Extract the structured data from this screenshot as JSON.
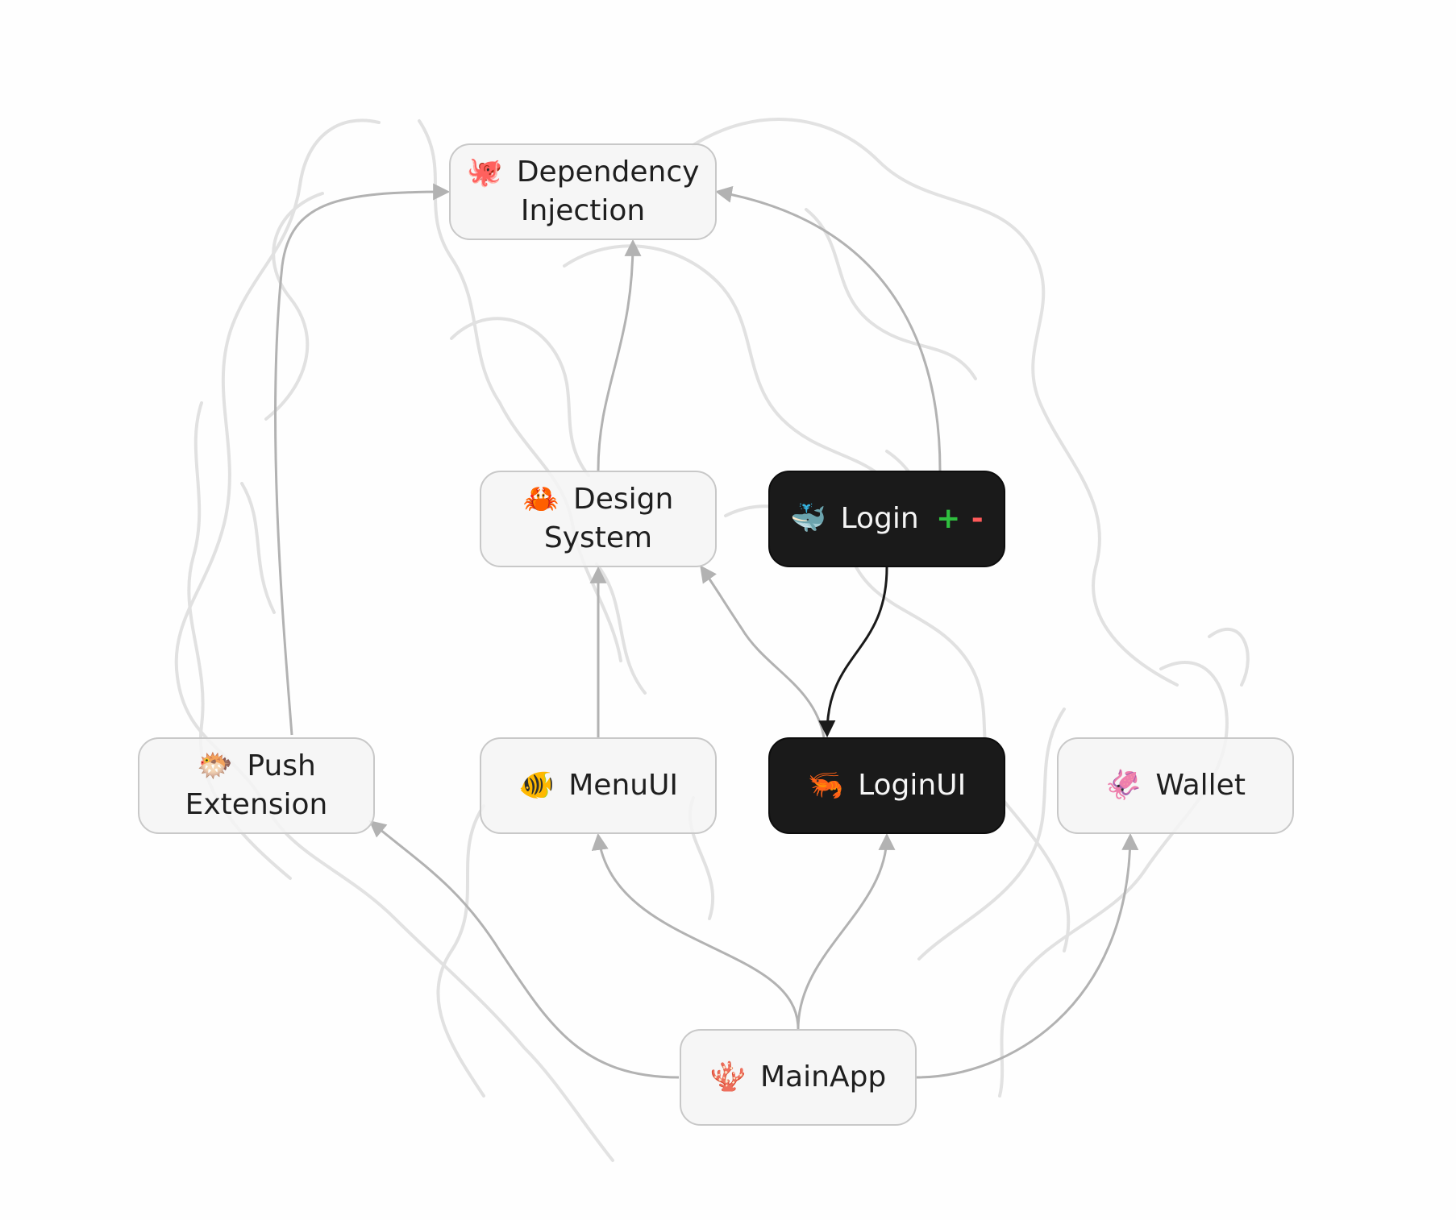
{
  "diagram": {
    "nodes": [
      {
        "id": "di",
        "emoji": "🐙",
        "label": "Dependency Injection",
        "style": "light"
      },
      {
        "id": "ds",
        "emoji": "🦀",
        "label": "Design System",
        "style": "light"
      },
      {
        "id": "login",
        "emoji": "🐳",
        "label": "Login",
        "style": "dark",
        "plus": "+",
        "minus": "-"
      },
      {
        "id": "push",
        "emoji": "🐡",
        "label": "Push Extension",
        "style": "light"
      },
      {
        "id": "menu",
        "emoji": "🐠",
        "label": "MenuUI",
        "style": "light"
      },
      {
        "id": "loginui",
        "emoji": "🦐",
        "label": "LoginUI",
        "style": "dark"
      },
      {
        "id": "wallet",
        "emoji": "🦑",
        "label": "Wallet",
        "style": "light"
      },
      {
        "id": "main",
        "emoji": "🪸",
        "label": "MainApp",
        "style": "light"
      }
    ],
    "edges": [
      {
        "from": "push",
        "to": "di"
      },
      {
        "from": "ds",
        "to": "di"
      },
      {
        "from": "login",
        "to": "di"
      },
      {
        "from": "menu",
        "to": "ds"
      },
      {
        "from": "loginui",
        "to": "ds"
      },
      {
        "from": "login",
        "to": "loginui",
        "emphasis": true
      },
      {
        "from": "main",
        "to": "push"
      },
      {
        "from": "main",
        "to": "menu"
      },
      {
        "from": "main",
        "to": "loginui"
      },
      {
        "from": "main",
        "to": "wallet"
      }
    ]
  },
  "colors": {
    "background": "#fefefe",
    "node_light": "#f4f4f4",
    "node_dark": "#1a1a1a",
    "edge": "#b2b2b2",
    "edge_emphasis": "#1a1a1a",
    "plus": "#2fbf3f",
    "minus": "#ff5a5a",
    "scribble": "#d8d8d8"
  }
}
